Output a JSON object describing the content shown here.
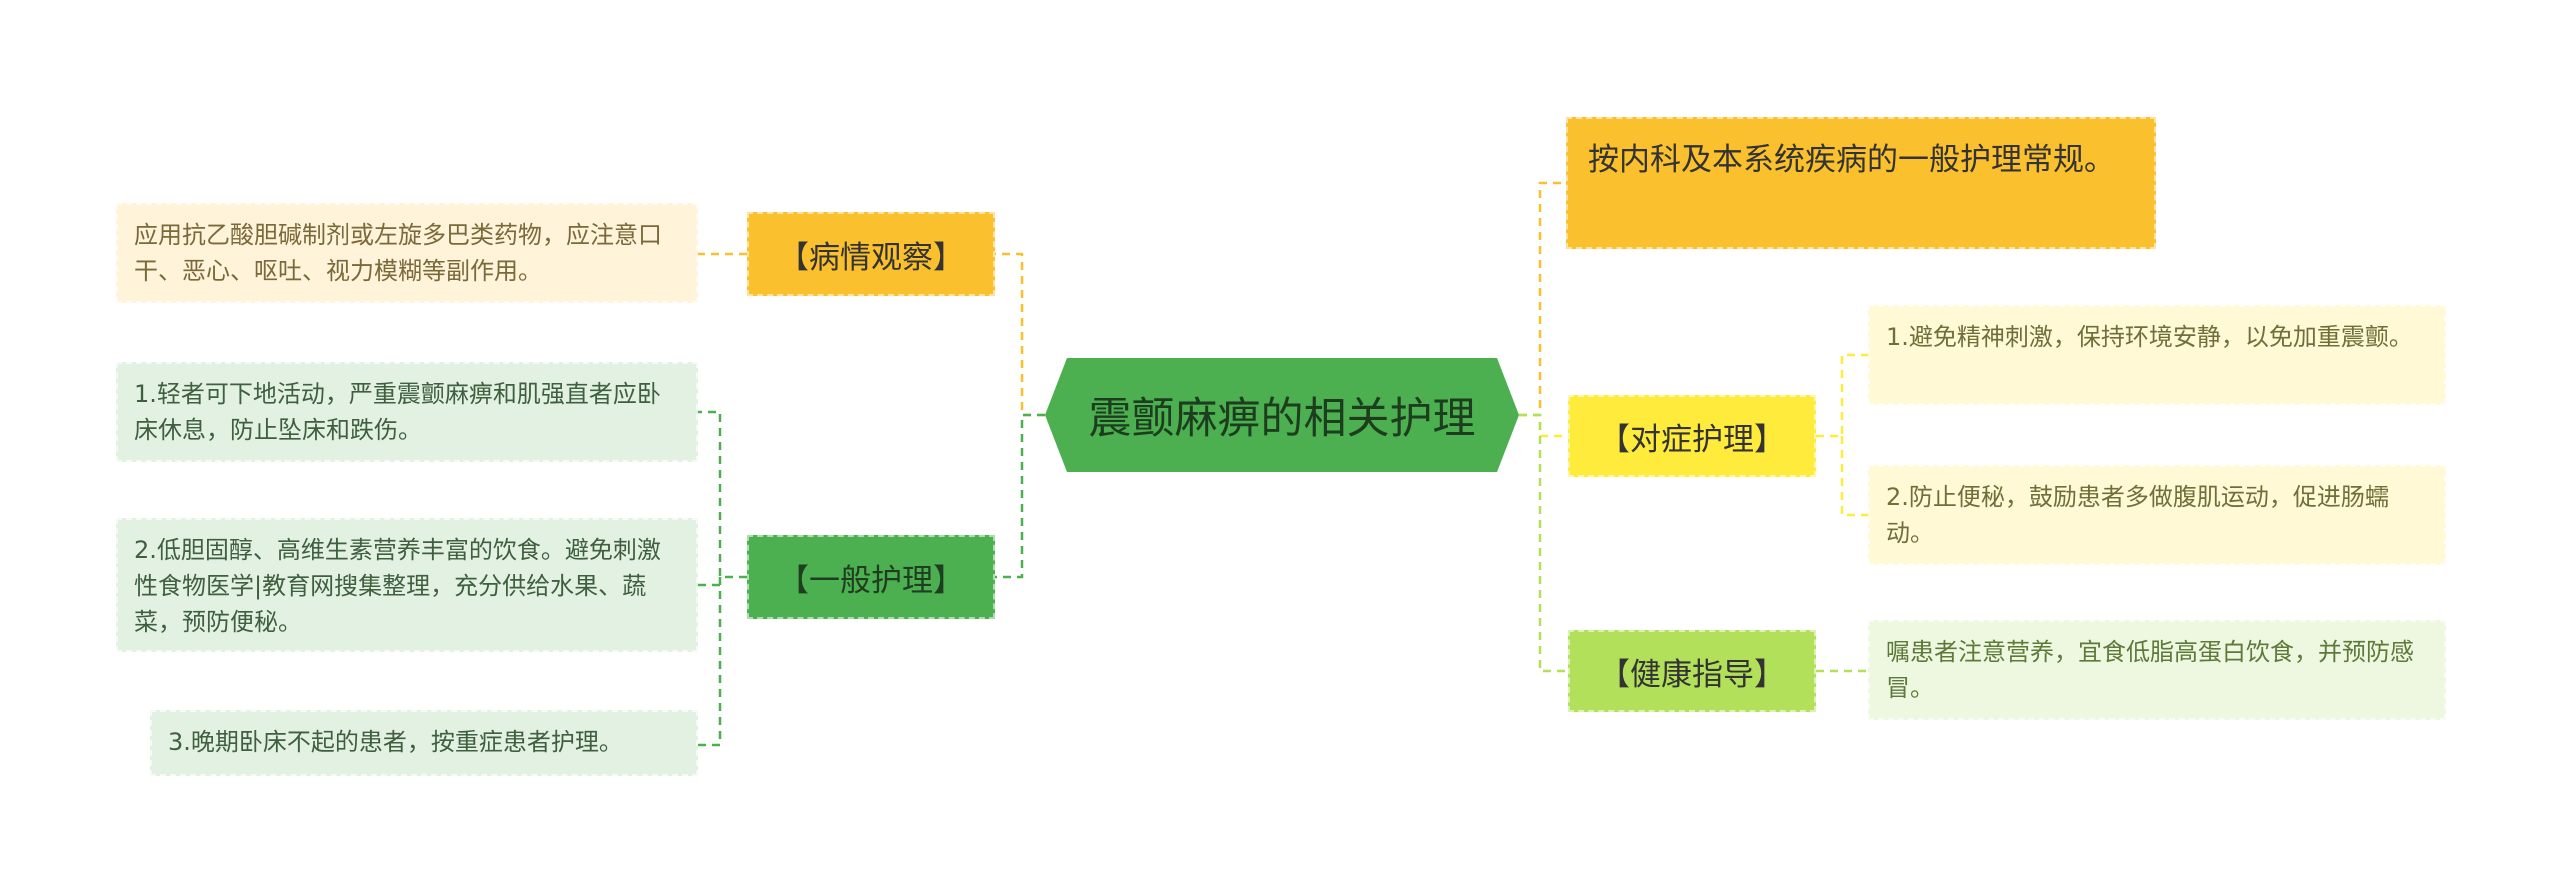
{
  "center": {
    "title": "震颤麻痹的相关护理"
  },
  "branches": {
    "bingqing": {
      "label": "【病情观察】",
      "items": [
        "应用抗乙酸胆碱制剂或左旋多巴类药物，应注意口干、恶心、呕吐、视力模糊等副作用。"
      ]
    },
    "yiban": {
      "label": "【一般护理】",
      "items": [
        "1.轻者可下地活动，严重震颤麻痹和肌强直者应卧床休息，防止坠床和跌伤。",
        "2.低胆固醇、高维生素营养丰富的饮食。避免刺激性食物医学|教育网搜集整理，充分供给水果、蔬菜，预防便秘。",
        "3.晚期卧床不起的患者，按重症患者护理。"
      ]
    },
    "neike": {
      "label": "按内科及本系统疾病的一般护理常规。"
    },
    "duizheng": {
      "label": "【对症护理】",
      "items": [
        "1.避免精神刺激，保持环境安静，以免加重震颤。",
        "2.防止便秘，鼓励患者多做腹肌运动，促进肠蠕动。"
      ]
    },
    "jiankang": {
      "label": "【健康指导】",
      "items": [
        "嘱患者注意营养，宜食低脂高蛋白饮食，并预防感冒。"
      ]
    }
  },
  "colors": {
    "green": "#4caf50",
    "orange": "#fbc02d",
    "yellow": "#ffeb3b",
    "lime": "#b2e05a"
  }
}
